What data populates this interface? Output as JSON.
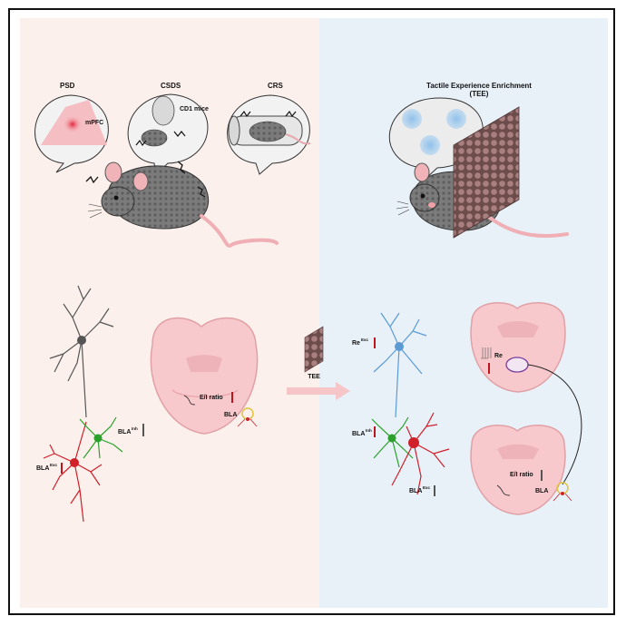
{
  "models": {
    "psd": "PSD",
    "csds": "CSDS",
    "crs": "CRS"
  },
  "bubble_labels": {
    "mpfc": "mPFC",
    "cd1": "CD1 mice"
  },
  "tee_title_line1": "Tactile Experience Enrichment",
  "tee_title_line2": "(TEE)",
  "arrow_label": "TEE",
  "left_circuit": {
    "bla_exc": "BLA",
    "bla_exc_sup": "Exc",
    "bla_inh": "BLA",
    "bla_inh_sup": "Inh",
    "ei_ratio": "E/I ratio",
    "region": "BLA"
  },
  "right_circuit": {
    "re_exc": "Re",
    "re_exc_sup": "Exc",
    "bla_inh": "BLA",
    "bla_inh_sup": "Inh",
    "bla_exc": "BLA",
    "bla_exc_sup": "Exc",
    "re_region": "Re",
    "ei_ratio": "E/I ratio",
    "bla_region": "BLA"
  },
  "colors": {
    "left_bg": "#fbf0ec",
    "right_bg": "#e8f0f8",
    "excitatory": "#d0212b",
    "inhibitory": "#2aa12a",
    "reuniens": "#5b9bd5",
    "neutral_neuron": "#555555",
    "brain": "#f7c9cc",
    "increase_bar": "#c0141c",
    "neutral_bar": "#555555"
  }
}
